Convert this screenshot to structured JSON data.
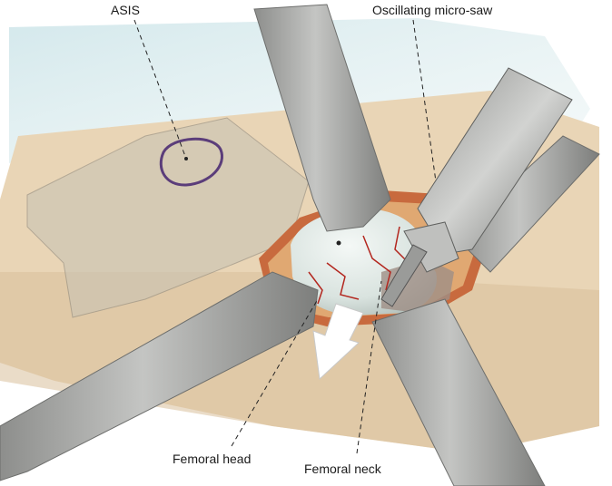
{
  "labels": {
    "asis": "ASIS",
    "saw": "Oscillating micro-saw",
    "femoral_head": "Femoral head",
    "femoral_neck": "Femoral neck"
  },
  "colors": {
    "background_wash": "#cfe6ea",
    "skin": "#e9d5b6",
    "skin_shade": "#d8bf9b",
    "drape": "#c9c3b4",
    "retractor": "#a9aaa8",
    "retractor_dark": "#7f807e",
    "tissue": "#c86a3e",
    "bone": "#e4ece8",
    "marker": "#5b3d7a",
    "arrow": "#ffffff"
  }
}
